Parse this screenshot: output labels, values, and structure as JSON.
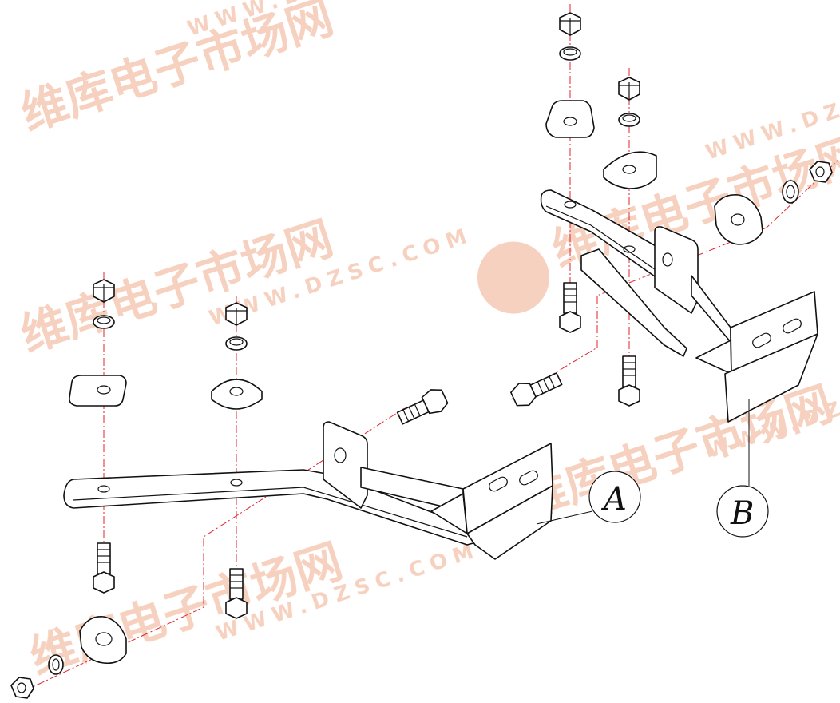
{
  "watermark": {
    "cn": "维库电子市场网",
    "url": "WWW.DZSC.COM",
    "color": "#f6c9b4"
  },
  "callouts": [
    {
      "label": "A"
    },
    {
      "label": "B"
    }
  ],
  "colors": {
    "centerline": "#e0242b",
    "linework": "#111111"
  }
}
